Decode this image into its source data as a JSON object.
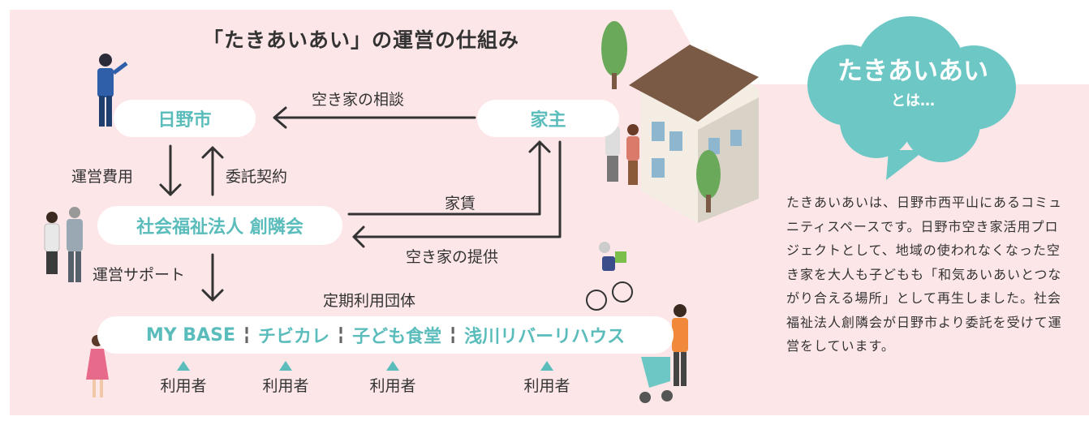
{
  "colors": {
    "panel": "#fde6e8",
    "accent": "#6cc7c5",
    "text": "#333333"
  },
  "diagram": {
    "title": "「たきあいあい」の運営の仕組み",
    "nodes": {
      "hino": "日野市",
      "owner": "家主",
      "corp": "社会福祉法人 創隣会"
    },
    "edges": {
      "consult": "空き家の相談",
      "cost": "運営費用",
      "contract": "委託契約",
      "rent": "家賃",
      "provide": "空き家の提供",
      "support": "運営サポート",
      "regular": "定期利用団体"
    },
    "groups": [
      "MY BASE",
      "チビカレ",
      "子ども食堂",
      "浅川リバーリハウス"
    ],
    "users": [
      "利用者",
      "利用者",
      "利用者",
      "利用者"
    ]
  },
  "sidebar": {
    "title": "たきあいあい",
    "subtitle": "とは…",
    "description": "たきあいあいは、日野市西平山にあるコミュニティスペースです。日野市空き家活用プロジェクトとして、地域の使われなくなった空き家を大人も子どもも「和気あいあいとつながり合える場所」として再生しました。社会福祉法人創隣会が日野市より委託を受けて運営をしています。"
  },
  "icons": [
    "person-man-icon",
    "couple-icon",
    "house-icon",
    "tree-icon",
    "cyclist-icon",
    "girl-icon",
    "stroller-parent-icon",
    "speech-cloud-icon"
  ]
}
